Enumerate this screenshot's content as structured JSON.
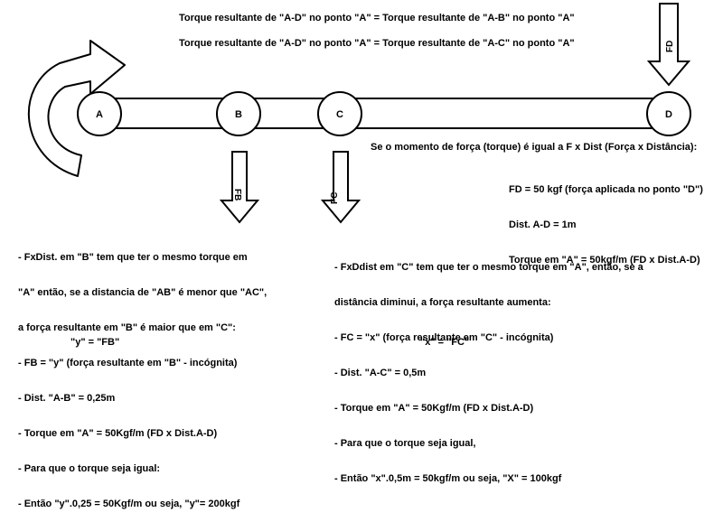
{
  "equations": {
    "line1": "Torque resultante de \"A-D\" no ponto \"A\" = Torque resultante de \"A-B\" no ponto \"A\"",
    "line2": "Torque resultante de \"A-D\" no ponto \"A\" = Torque resultante de \"A-C\" no ponto \"A\""
  },
  "nodes": [
    "A",
    "B",
    "C",
    "D"
  ],
  "forces": {
    "fd": "FD",
    "fb": "FB",
    "fc": "FC"
  },
  "moment": {
    "heading": "Se o momento de força (torque) é igual a F x Dist (Força x Distância):",
    "items": [
      "FD = 50 kgf (força aplicada no ponto \"D\")",
      "Dist. A-D = 1m",
      "Torque em \"A\" = 50kgf/m (FD x Dist.A-D)"
    ]
  },
  "left_note": {
    "lines": [
      "- FxDist. em \"B\" tem que ter o mesmo torque em",
      "\"A\" então, se a distancia de \"AB\" é menor que \"AC\",",
      "a força resultante em \"B\" é maior que em \"C\":",
      "- FB = \"y\" (força resultante em \"B\" - incógnita)",
      "- Dist. \"A-B\" = 0,25m",
      "- Torque em \"A\" = 50Kgf/m (FD x Dist.A-D)",
      "- Para que o torque seja igual:",
      "- Então \"y\".0,25 = 50Kgf/m ou seja, \"y\"= 200kgf"
    ],
    "result": "\"y\" = \"FB\""
  },
  "right_note": {
    "lines": [
      "- FxDdist em \"C\" tem que ter o mesmo torque em \"A\", então, se a",
      "distância diminui, a força resultante aumenta:",
      "- FC = \"x\" (força resultante em \"C\" - incógnita)",
      "- Dist. \"A-C\" = 0,5m",
      "- Torque em \"A\" = 50Kgf/m (FD x Dist.A-D)",
      "- Para que o torque seja igual,",
      "- Então \"x\".0,5m = 50kgf/m ou seja, \"X\" = 100kgf"
    ],
    "result": "\"x\" = \"FC\""
  }
}
